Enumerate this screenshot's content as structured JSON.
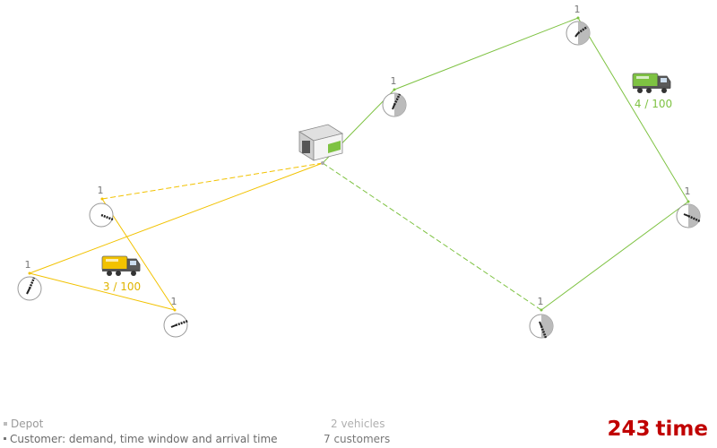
{
  "legend": {
    "depot_label": "Depot",
    "customer_label": "Customer: demand, time window and arrival time"
  },
  "stats": {
    "vehicles": "2 vehicles",
    "customers": "7 customers"
  },
  "time": {
    "value": "243",
    "unit": "time"
  },
  "routes": [
    {
      "color": "#f2c200",
      "load_label": "3 / 100",
      "customers": [
        {
          "demand": "1"
        },
        {
          "demand": "1"
        },
        {
          "demand": "1"
        }
      ]
    },
    {
      "color": "#7ec242",
      "load_label": "4 / 100",
      "customers": [
        {
          "demand": "1"
        },
        {
          "demand": "1"
        },
        {
          "demand": "1"
        },
        {
          "demand": "1"
        }
      ]
    }
  ],
  "icons": {
    "depot": "warehouse-icon",
    "vehicle": "truck-icon",
    "customer": "clock-icon"
  }
}
